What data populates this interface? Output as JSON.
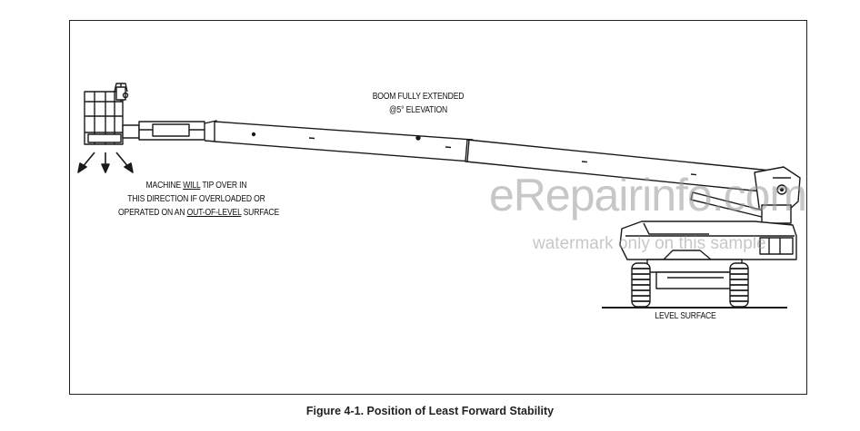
{
  "diagram": {
    "boom_label": [
      "BOOM FULLY EXTENDED",
      "@5° ELEVATION"
    ],
    "warning_label": {
      "line1_before": "MACHINE ",
      "line1_underlined": "WILL",
      "line1_after": " TIP OVER IN",
      "line2": "THIS DIRECTION IF OVERLOADED OR",
      "line3_before": "OPERATED ON AN ",
      "line3_underlined": "OUT-OF-LEVEL",
      "line3_after": " SURFACE"
    },
    "surface_label": "LEVEL SURFACE"
  },
  "caption": "Figure 4-1. Position of Least Forward Stability",
  "watermark": {
    "main": "eRepairinfo.com",
    "sub": "watermark only on this sample"
  },
  "colors": {
    "line": "#1a1a1a",
    "watermark": "#9a9a9a"
  }
}
